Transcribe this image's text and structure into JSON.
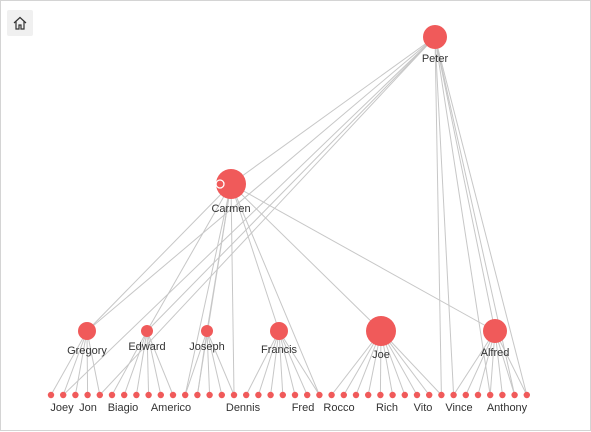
{
  "toolbar": {
    "home_icon": "home-icon"
  },
  "colors": {
    "node": "#f05a5a",
    "edge": "#c7c7c7",
    "label": "#333333"
  },
  "graph": {
    "root": {
      "id": "peter",
      "label": "Peter"
    },
    "level1": [
      {
        "id": "carmen",
        "label": "Carmen"
      }
    ],
    "level2": [
      {
        "id": "gregory",
        "label": "Gregory"
      },
      {
        "id": "edward",
        "label": "Edward"
      },
      {
        "id": "joseph",
        "label": "Joseph"
      },
      {
        "id": "francis",
        "label": "Francis"
      },
      {
        "id": "joe",
        "label": "Joe"
      },
      {
        "id": "alfred",
        "label": "Alfred"
      }
    ],
    "leaf_labels": [
      "Joey",
      "Jon",
      "Biagio",
      "Americo",
      "Dennis",
      "Fred",
      "Rocco",
      "Rich",
      "Vito",
      "Vince",
      "Anthony"
    ]
  }
}
